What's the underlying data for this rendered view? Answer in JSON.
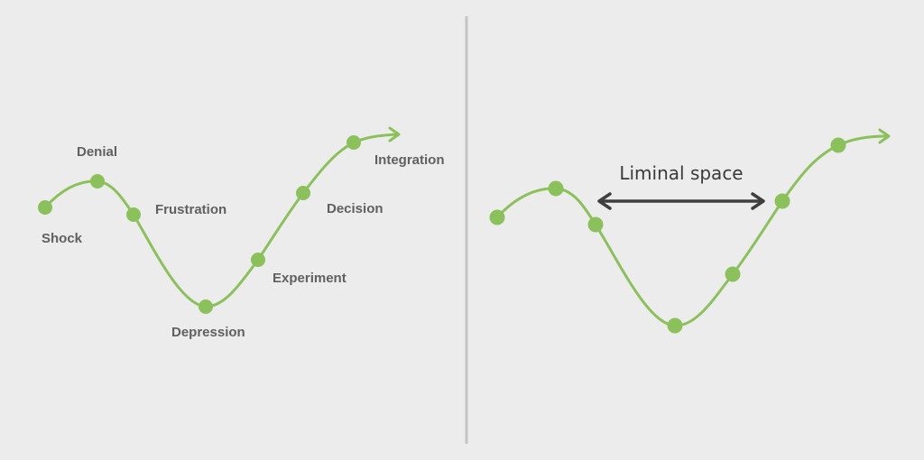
{
  "colors": {
    "background": "#ececec",
    "curve": "#8bc15a",
    "dot": "#8bc15a",
    "label": "#606060",
    "divider": "#c4c4c4",
    "liminal_arrow": "#3f3f3f",
    "liminal_text": "#3a3a3a"
  },
  "left_panel": {
    "stages": [
      {
        "label": "Shock"
      },
      {
        "label": "Denial"
      },
      {
        "label": "Frustration"
      },
      {
        "label": "Depression"
      },
      {
        "label": "Experiment"
      },
      {
        "label": "Decision"
      },
      {
        "label": "Integration"
      }
    ]
  },
  "right_panel": {
    "liminal_label": "Liminal space"
  }
}
